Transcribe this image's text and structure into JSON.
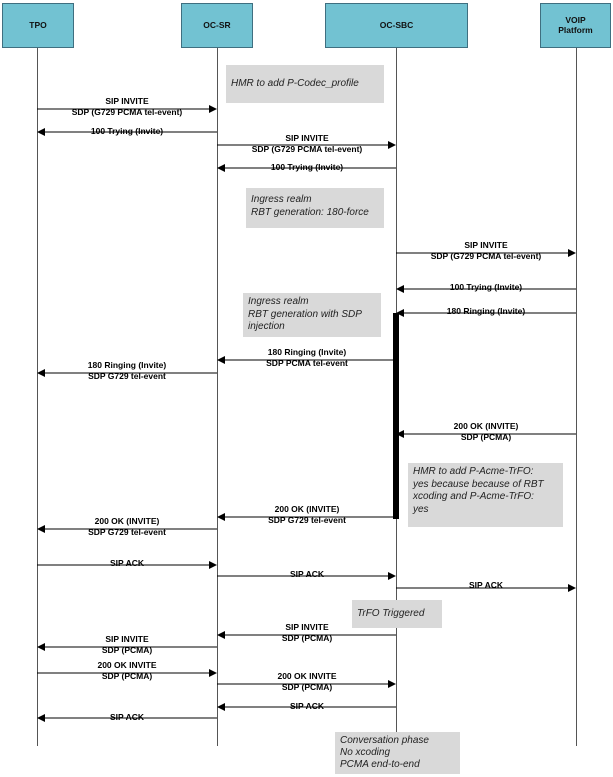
{
  "participants": {
    "tpo": "TPO",
    "ocsr": "OC-SR",
    "ocsbc": "OC-SBC",
    "voip": "VOIP\nPlatform"
  },
  "notes": {
    "hmr_codec": "HMR to add P-Codec_profile",
    "ingress_rbt": "Ingress realm\nRBT generation: 180-force",
    "ingress_sdp": "Ingress realm\nRBT generation with SDP\ninjection",
    "hmr_trfo": "HMR to add P-Acme-TrFO:\nyes because because of RBT\nxcoding and P-Acme-TrFO:\nyes",
    "trfo_triggered": "TrFO Triggered",
    "conversation": "Conversation phase\nNo xcoding\nPCMA end-to-end"
  },
  "messages": [
    {
      "from": "tpo",
      "to": "ocsr",
      "label": "SIP INVITE\nSDP (G729 PCMA tel-event)"
    },
    {
      "from": "ocsr",
      "to": "tpo",
      "label": "100 Trying (Invite)"
    },
    {
      "from": "ocsr",
      "to": "ocsbc",
      "label": "SIP INVITE\nSDP (G729 PCMA tel-event)"
    },
    {
      "from": "ocsbc",
      "to": "ocsr",
      "label": "100 Trying (Invite)"
    },
    {
      "from": "ocsbc",
      "to": "voip",
      "label": "SIP INVITE\nSDP (G729 PCMA tel-event)"
    },
    {
      "from": "voip",
      "to": "ocsbc",
      "label": "100 Trying (Invite)"
    },
    {
      "from": "voip",
      "to": "ocsbc",
      "label": "180 Ringing (Invite)"
    },
    {
      "from": "ocsbc",
      "to": "ocsr",
      "label": "180 Ringing (Invite)\nSDP PCMA tel-event"
    },
    {
      "from": "ocsr",
      "to": "tpo",
      "label": "180 Ringing (Invite)\nSDP G729 tel-event"
    },
    {
      "from": "voip",
      "to": "ocsbc",
      "label": "200 OK (INVITE)\nSDP (PCMA)"
    },
    {
      "from": "ocsbc",
      "to": "ocsr",
      "label": "200 OK (INVITE)\nSDP G729 tel-event"
    },
    {
      "from": "ocsr",
      "to": "tpo",
      "label": "200 OK (INVITE)\nSDP G729 tel-event"
    },
    {
      "from": "tpo",
      "to": "ocsr",
      "label": "SIP ACK"
    },
    {
      "from": "ocsr",
      "to": "ocsbc",
      "label": "SIP ACK"
    },
    {
      "from": "ocsbc",
      "to": "voip",
      "label": "SIP ACK"
    },
    {
      "from": "ocsbc",
      "to": "ocsr",
      "label": "SIP INVITE\nSDP (PCMA)"
    },
    {
      "from": "ocsr",
      "to": "tpo",
      "label": "SIP INVITE\nSDP (PCMA)"
    },
    {
      "from": "tpo",
      "to": "ocsr",
      "label": "200 OK INVITE\nSDP (PCMA)"
    },
    {
      "from": "ocsr",
      "to": "ocsbc",
      "label": "200 OK INVITE\nSDP (PCMA)"
    },
    {
      "from": "ocsbc",
      "to": "ocsr",
      "label": "SIP ACK"
    },
    {
      "from": "ocsr",
      "to": "tpo",
      "label": "SIP ACK"
    }
  ]
}
